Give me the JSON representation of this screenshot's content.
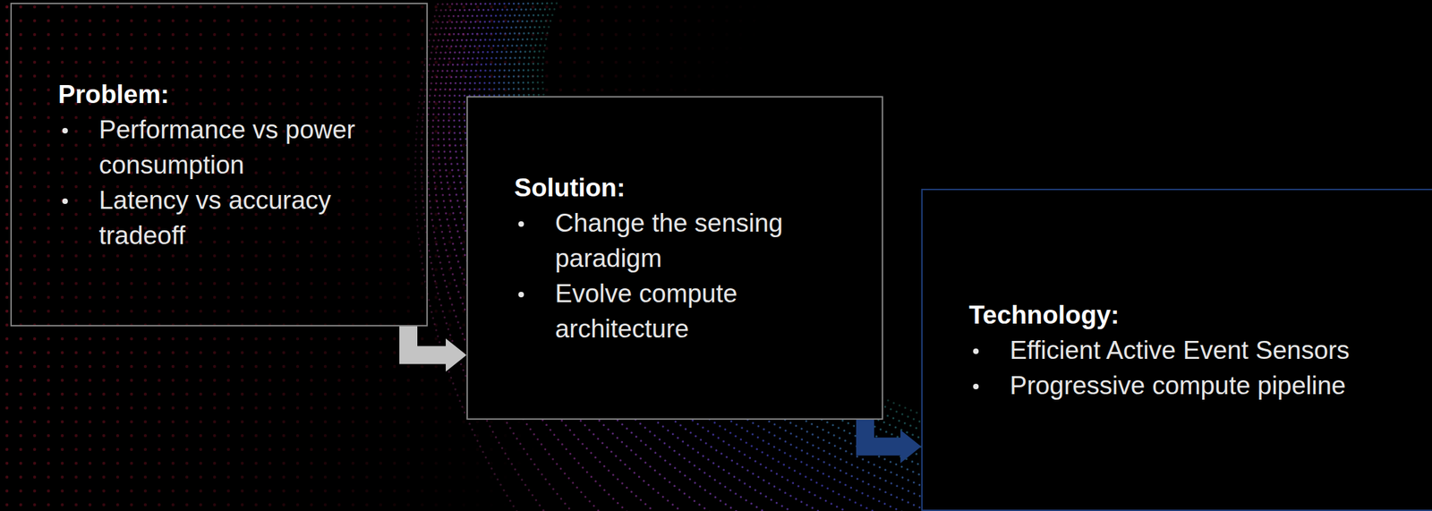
{
  "diagram": {
    "nodes": [
      {
        "text": [
          "Problem:",
          "Performance vs power consumption",
          "Latency vs accuracy tradeoff"
        ]
      },
      {
        "text": [
          "Solution:",
          "Change the sensing paradigm",
          "Evolve compute architecture"
        ]
      },
      {
        "text": [
          "Technology:",
          "Efficient Active Event Sensors",
          "Progressive compute pipeline"
        ]
      }
    ],
    "edges": [
      {
        "from": 0,
        "to": 1,
        "arrow": "to"
      },
      {
        "from": 1,
        "to": 2,
        "arrow": "to"
      }
    ]
  }
}
